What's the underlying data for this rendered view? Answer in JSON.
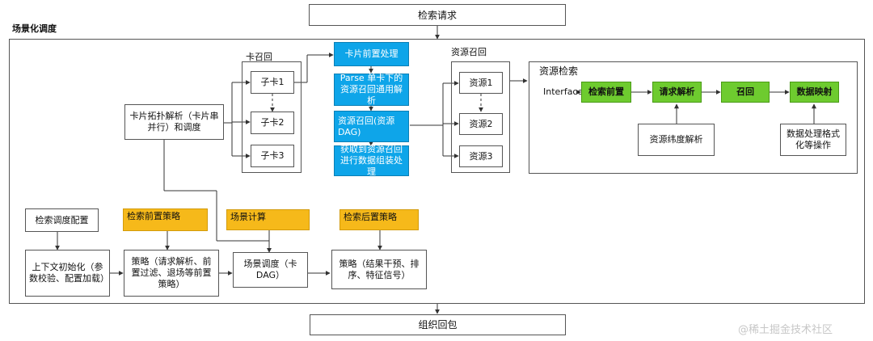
{
  "title": "场景化调度",
  "top_request": "检索请求",
  "bottom_response": "组织回包",
  "card_recall": {
    "title": "卡召回",
    "cards": [
      "子卡1",
      "子卡2",
      "子卡3"
    ]
  },
  "card_topology": "卡片拓扑解析（卡片串并行）和调度",
  "card_pipeline": [
    "卡片前置处理",
    "Parse 单卡下的资源召回通用解析",
    "资源召回(资源DAG)",
    "获取到资源召回进行数据组装处理"
  ],
  "resource_recall": {
    "title": "资源召回",
    "resources": [
      "资源1",
      "资源2",
      "资源3"
    ]
  },
  "resource_search": {
    "title": "资源检索",
    "interface": "Interface",
    "steps": [
      "检索前置",
      "请求解析",
      "召回",
      "数据映射"
    ],
    "dimension": "资源纬度解析",
    "formatting": "数据处理格式化等操作"
  },
  "bottom_flow": {
    "config": "检索调度配置",
    "init": "上下文初始化（参数校验、配置加载）",
    "pre_strategy_tag": "检索前置策略",
    "pre_strategy": "策略（请求解析、前置过滤、退场等前置策略）",
    "scene_calc_tag": "场景计算",
    "scene_dispatch": "场景调度（卡DAG）",
    "post_strategy_tag": "检索后置策略",
    "post_strategy": "策略（结果干预、排序、特征信号）"
  },
  "watermark": "@稀土掘金技术社区",
  "colors": {
    "blue": "#0ea5e9",
    "green": "#6ecb2f",
    "orange": "#f6b91a"
  }
}
